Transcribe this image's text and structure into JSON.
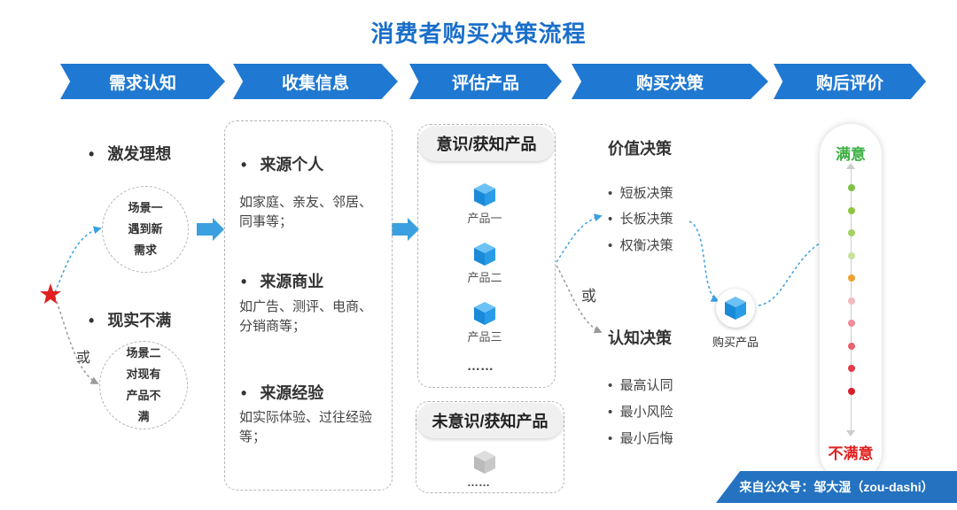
{
  "title": "消费者购买决策流程",
  "stages": [
    "需求认知",
    "收集信息",
    "评估产品",
    "购买决策",
    "购后评价"
  ],
  "need": {
    "scenario1_heading": "激发理想",
    "scenario1_lines": [
      "场景一",
      "遇到新",
      "需求"
    ],
    "scenario2_heading": "现实不满",
    "scenario2_lines": [
      "场景二",
      "对现有",
      "产品不",
      "满"
    ],
    "or_label": "或"
  },
  "info": {
    "sources": [
      {
        "heading": "来源个人",
        "desc": "如家庭、亲友、邻居、同事等；"
      },
      {
        "heading": "来源商业",
        "desc": "如广告、测评、电商、分销商等；"
      },
      {
        "heading": "来源经验",
        "desc": "如实际体验、过往经验等；"
      }
    ]
  },
  "evaluate": {
    "aware_title": "意识/获知产品",
    "products": [
      "产品一",
      "产品二",
      "产品三"
    ],
    "ellipsis": "……",
    "unaware_title": "未意识/获知产品",
    "unaware_ellipsis": "……"
  },
  "decision": {
    "value_title": "价值决策",
    "value_items": [
      "短板决策",
      "长板决策",
      "权衡决策"
    ],
    "or_label": "或",
    "cognitive_title": "认知决策",
    "cognitive_items": [
      "最高认同",
      "最小风险",
      "最小后悔"
    ],
    "purchase_label": "购买产品"
  },
  "rating": {
    "top_label": "满意",
    "bottom_label": "不满意",
    "top_color": "#3cb043",
    "bottom_color": "#e02020",
    "dot_colors": [
      "#7dc242",
      "#8cc63f",
      "#a3d161",
      "#c5e29a",
      "#f0a030",
      "#f4b8c0",
      "#f08a96",
      "#e8606e",
      "#e23a48",
      "#d81e2c"
    ]
  },
  "footer": "来自公众号：邹大湿（zou-dashi）",
  "colors": {
    "accent": "#1f78d1",
    "star": "#e02020"
  }
}
